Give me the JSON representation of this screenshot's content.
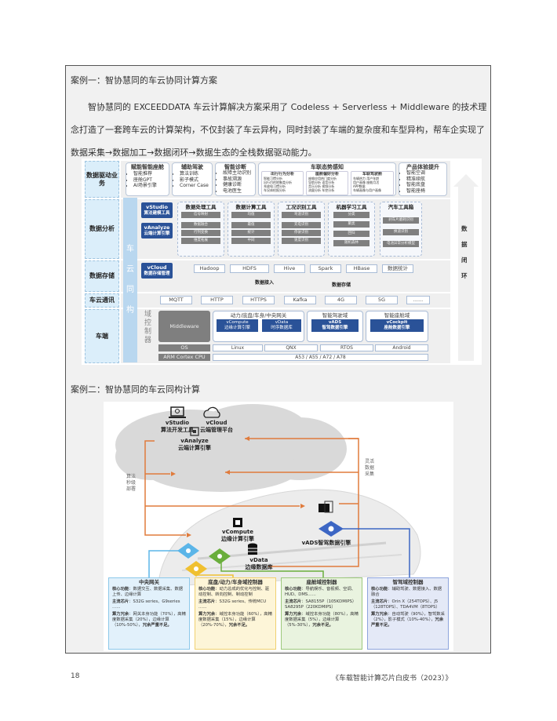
{
  "case1": {
    "title": "案例一：智协慧同的车云协同计算方案",
    "paragraph": "智协慧同的 EXCEEDDATA 车云计算解决方案采用了 Codeless + Serverless + Middleware 的技术理念打造了一套跨车云的计算架构，不仅封装了车云异构，同时封装了车端的复杂度和车型异构，帮车企实现了数据采集→数据加工→数据闭环→数据生态的全栈数据驱动能力。"
  },
  "diagram1": {
    "row_labels": [
      "数据驱动业务",
      "数据分析",
      "数据存储",
      "车云通讯",
      "车端"
    ],
    "business": [
      {
        "title": "赋能智能座舱",
        "items": [
          "智能推荐",
          "座舱GPT",
          "AI场景引擎"
        ]
      },
      {
        "title": "辅助驾驶",
        "items": [
          "算法训练",
          "影子模式",
          "Corner Case"
        ]
      },
      {
        "title": "智能诊断",
        "items": [
          "故障主动识别",
          "事故溯源",
          "健康诊断",
          "电池医生"
        ]
      },
      {
        "title": "产品体验提升",
        "items": [
          "智能空调",
          "精准续航",
          "智能底盘",
          "智能座椅"
        ]
      }
    ],
    "perception": {
      "title": "车联态势感知",
      "groups": [
        {
          "title": "出行行为分析",
          "items": [
            "智能习惯分析",
            "出行目的地聚类分析",
            "充放电习惯分析",
            "车况体检报分析"
          ]
        },
        {
          "title": "座舱偏好分析",
          "items": [
            "座舱应用热门度分析",
            "导航分析",
            "音乐分析",
            "视频分析",
            "流量分析",
            "语音分析",
            "车控分析"
          ]
        },
        {
          "title": "车联驾驶舱",
          "items": [
            "车辆热力",
            "用户年龄",
            "用户画像",
            "座舱月活",
            "APP数据",
            "车辆画像与用户画像"
          ]
        }
      ]
    },
    "engines": {
      "vstudio": {
        "name": "vStudio",
        "desc": "算法建模工具"
      },
      "vanalyze": {
        "name": "vAnalyze",
        "desc": "云端计算引擎"
      },
      "vcloud": {
        "name": "vCloud",
        "desc": "数据存储管理"
      }
    },
    "tools": [
      {
        "title": "数据处理工具",
        "items": [
          "信号映射",
          "数据融合",
          "行列变换",
          "维度拓展"
        ]
      },
      {
        "title": "数据计算工具",
        "items": [
          "均值",
          "最值",
          "统计",
          "中间"
        ]
      },
      {
        "title": "工况识别工具",
        "items": [
          "弯道识别",
          "充电识别",
          "停驶识别",
          "速度识别"
        ]
      },
      {
        "title": "机器学习工具",
        "items": [
          "分类",
          "聚类",
          "回归",
          "随机森林"
        ]
      },
      {
        "title": "汽车工具箱",
        "items": [
          "刹车片磨耗识别",
          "换道识别",
          "电池异常分析模型"
        ]
      }
    ],
    "storage": [
      "Hadoop",
      "HDFS",
      "Hive",
      "Spark",
      "HBase",
      "数据统计"
    ],
    "storage_labels": {
      "ingest": "数据接入",
      "store": "数据存储"
    },
    "comm": [
      "MQTT",
      "HTTP",
      "HTTPS",
      "Kafka",
      "4G",
      "5G",
      "......"
    ],
    "strip_chars": [
      "车",
      "云",
      "同",
      "构"
    ],
    "domain_ctrl_chars": [
      "域",
      "控",
      "制",
      "器"
    ],
    "middleware": "Middleware",
    "domains": [
      {
        "title": "动力/底盘/车身/中央网关",
        "engines": [
          {
            "name": "vCompute",
            "desc": "边缘计算引擎"
          },
          {
            "name": "vData",
            "desc": "时序数据库"
          }
        ]
      },
      {
        "title": "智能驾驶域",
        "engines": [
          {
            "name": "vADS",
            "desc": "智驾数据引擎"
          }
        ]
      },
      {
        "title": "智能座舱域",
        "engines": [
          {
            "name": "vCockpit",
            "desc": "座舱数据引擎"
          }
        ]
      }
    ],
    "os_label": "OS",
    "os_list": [
      "Linux",
      "QNX",
      "RTOS",
      "Android"
    ],
    "cpu_label": "ARM Cortex CPU",
    "cpu_list": "A53 / A55 / A72 / A78",
    "loop_chars": [
      "数",
      "据",
      "闭",
      "环"
    ]
  },
  "case2": {
    "title": "案例二：智协慧同的车云同构计算"
  },
  "diagram2": {
    "vstudio": {
      "name": "vStudio",
      "desc": "算法开发工具"
    },
    "vcloud": {
      "name": "vCloud",
      "desc": "云端管理平台"
    },
    "vanalyze": {
      "name": "vAnalyze",
      "desc": "云端计算引擎"
    },
    "vcompute": {
      "name": "vCompute",
      "desc": "边缘计算引擎"
    },
    "vdata": {
      "name": "vData",
      "desc": "边缘数据库"
    },
    "vads": "vADS智驾数据引擎",
    "left_note": [
      "算法",
      "秒级",
      "部署"
    ],
    "right_note": [
      "灵活",
      "数据",
      "采集"
    ],
    "colors": {
      "arrow": "#e07b3c",
      "gateway": "#5bb5e8",
      "chassis": "#f0c030",
      "cockpit": "#6aae3c",
      "ads": "#3c66c4"
    },
    "controllers": [
      {
        "title": "中央网关",
        "func_label": "核心功能",
        "func": "数据交互、数据采集、数据上传、边缘计算",
        "chip_label": "主流芯片",
        "chip": "S32G series、G9series ……",
        "red_label": "算力冗余",
        "red": "网关本身功能（70%），高精度数据采集（20%），边缘计算（10%-50%），",
        "red_end": "冗余严重不足。"
      },
      {
        "title": "底盘/动力/车身域控制器",
        "func_label": "核心功能",
        "func": "动力总成的优化与控制、驱动控制、转向控制、制动控制",
        "chip_label": "主流芯片",
        "chip": "S32G series、传统MCU ……",
        "red_label": "算力冗余",
        "red": "域控本身功能（60%），高精度数据采集（15%），边缘计算（20%-70%），",
        "red_end": "冗余不足。"
      },
      {
        "title": "座舱域控制器",
        "func_label": "核心功能",
        "func": "导航娱乐、音视频、空调、HUD、DMS……",
        "chip_label": "主流芯片",
        "chip": "SA8155P（105KDMIPS）SA8295P（220KDMIPS）",
        "red_label": "算力冗余",
        "red": "域控本身功能（80%），高精度数据采集（5%），边缘计算（5%-30%），",
        "red_end": "冗余不足。"
      },
      {
        "title": "智驾域控制器",
        "func_label": "核心功能",
        "func": "辅助驾驶、数据接入、数据融合",
        "chip_label": "主流芯片",
        "chip": "Orin X（254TOPS）、J5（128TOPS）、TDA4VM（8TOPS）",
        "red_label": "算力冗余",
        "red": "自动驾驶（90%），智驾数采（2%），影子模式（10%-40%），",
        "red_end": "冗余严重不足。"
      }
    ]
  },
  "footer": {
    "page_number": "18",
    "book_title": "《车载智能计算芯片白皮书（2023）》"
  }
}
